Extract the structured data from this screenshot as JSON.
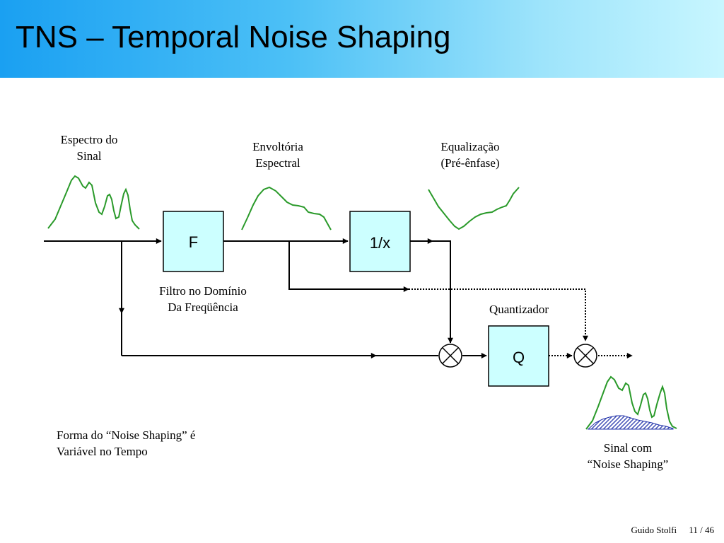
{
  "slide": {
    "title": "TNS – Temporal Noise Shaping",
    "footer": {
      "author": "Guido Stolfi",
      "page": "11 / 46"
    }
  },
  "blocks": {
    "filter": "F",
    "inverse": "1/x",
    "quantizer": "Q"
  },
  "labels": {
    "spectrum": [
      "Espectro do",
      "Sinal"
    ],
    "envelope": [
      "Envoltória",
      "Espectral"
    ],
    "equalization": [
      "Equalização",
      "(Pré-ênfase)"
    ],
    "filter_caption": [
      "Filtro no Domínio",
      "Da Freqüência"
    ],
    "quantizer_caption": "Quantizador",
    "note": [
      "Forma do “Noise Shaping” é",
      "Variável no Tempo"
    ],
    "result": [
      "Sinal com",
      "“Noise Shaping”"
    ]
  },
  "colors": {
    "header_start": "#1aa0f2",
    "header_end": "#c8f6ff",
    "block_fill": "#ccffff",
    "curve": "#2a9a2a",
    "noise_fill": "#2233aa"
  }
}
